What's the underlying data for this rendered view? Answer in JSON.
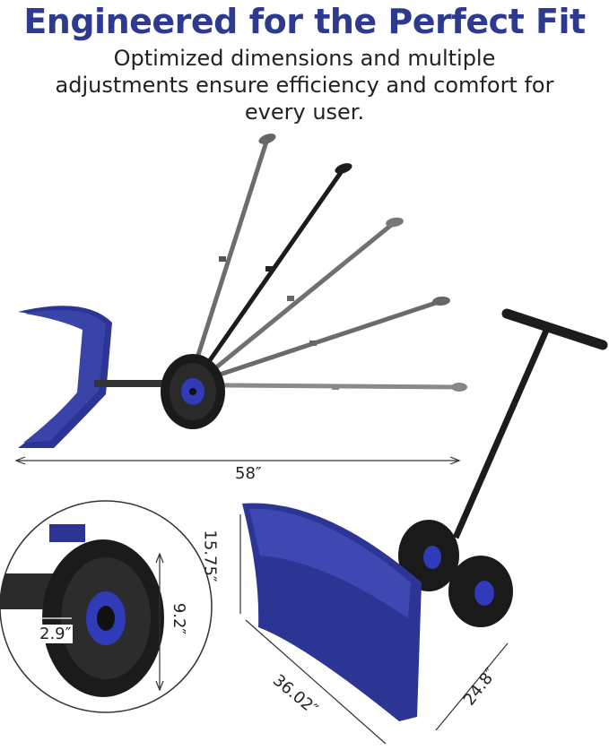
{
  "header": {
    "title": "Engineered for the Perfect Fit",
    "subtitle": "Optimized dimensions and multiple adjustments ensure efficiency and comfort for every user."
  },
  "dimensions": {
    "length": "58″",
    "handle_height": "15.75″",
    "wheel_diameter": "9.2″",
    "wheel_width": "2.9″",
    "blade_width": "36.02″",
    "blade_depth": "24.8″"
  },
  "colors": {
    "title": "#2e3a8f",
    "blade": "#2d3594",
    "blade_dark": "#1d2366",
    "handle": "#1c1c1c",
    "tire": "#1a1a1a",
    "hub": "#2f3bb8"
  }
}
